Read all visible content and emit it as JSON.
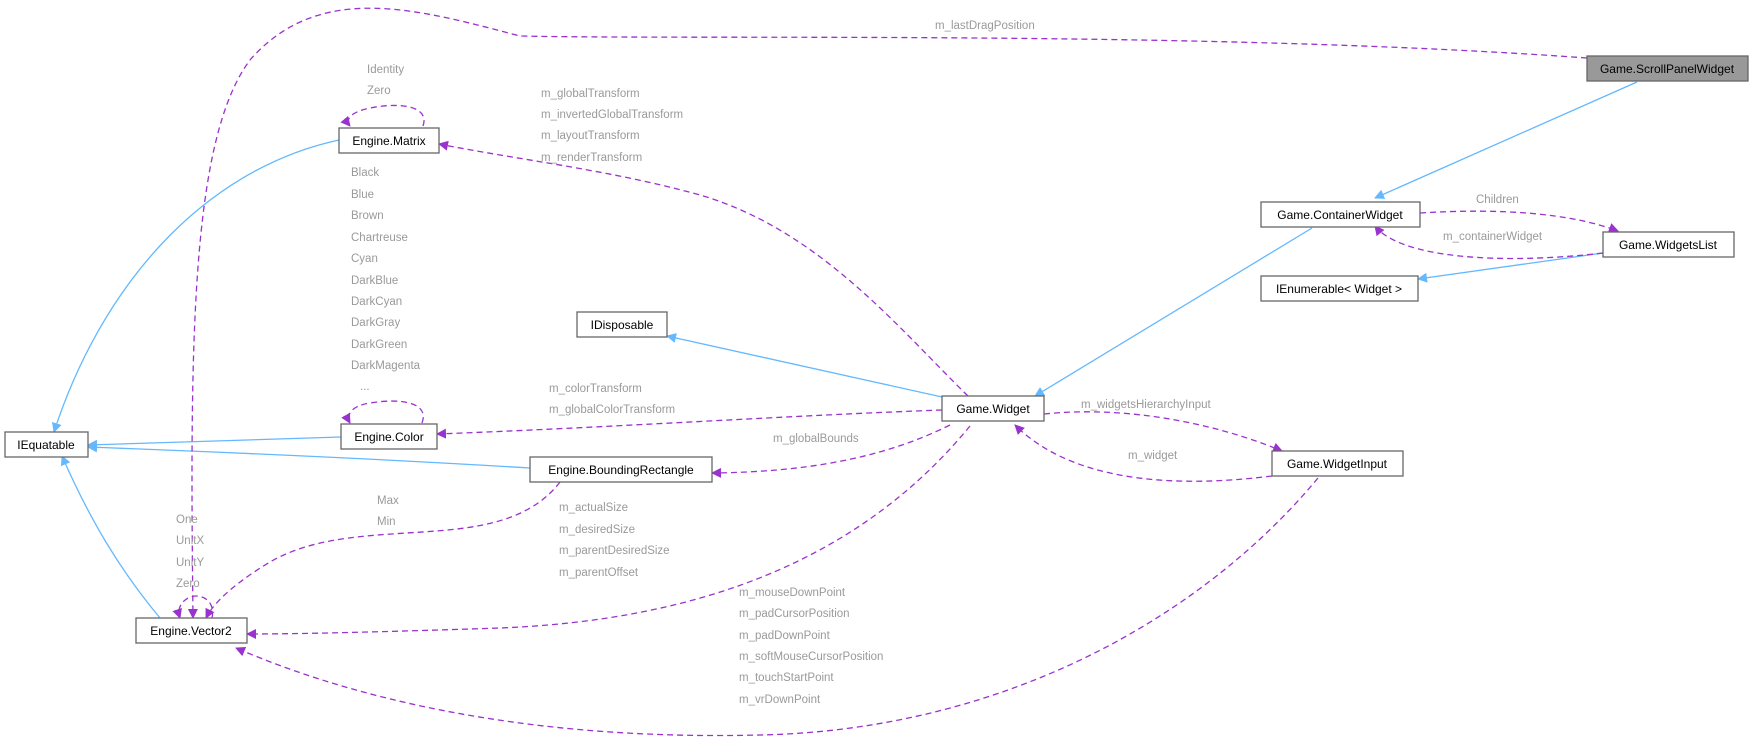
{
  "nodes": {
    "scroll_panel_widget": "Game.ScrollPanelWidget",
    "container_widget": "Game.ContainerWidget",
    "widgets_list": "Game.WidgetsList",
    "ienumerable_widget": "IEnumerable< Widget >",
    "widget": "Game.Widget",
    "widget_input": "Game.WidgetInput",
    "idisposable": "IDisposable",
    "matrix": "Engine.Matrix",
    "color": "Engine.Color",
    "bounding_rectangle": "Engine.BoundingRectangle",
    "iequatable": "IEquatable",
    "vector2": "Engine.Vector2"
  },
  "labels": {
    "last_drag_position": "m_lastDragPosition",
    "children": "Children",
    "container_widget_member": "m_containerWidget",
    "matrix_self": [
      "Identity",
      "Zero"
    ],
    "matrix_members": [
      "m_globalTransform",
      "m_invertedGlobalTransform",
      "m_layoutTransform",
      "m_renderTransform"
    ],
    "color_self": [
      "Black",
      "Blue",
      "Brown",
      "Chartreuse",
      "Cyan",
      "DarkBlue",
      "DarkCyan",
      "DarkGray",
      "DarkGreen",
      "DarkMagenta",
      "..."
    ],
    "color_members": [
      "m_colorTransform",
      "m_globalColorTransform"
    ],
    "widgets_hierarchy_input": "m_widgetsHierarchyInput",
    "widget_member": "m_widget",
    "global_bounds": "m_globalBounds",
    "bounds_members": [
      "Max",
      "Min"
    ],
    "vector2_self": [
      "One",
      "UnitX",
      "UnitY",
      "Zero"
    ],
    "widget_vector_members": [
      "m_actualSize",
      "m_desiredSize",
      "m_parentDesiredSize",
      "m_parentOffset"
    ],
    "input_vector_members": [
      "m_mouseDownPoint",
      "m_padCursorPosition",
      "m_padDownPoint",
      "m_softMouseCursorPosition",
      "m_touchStartPoint",
      "m_vrDownPoint"
    ]
  },
  "colors": {
    "inheritance_edge": "#63b8ff",
    "usage_edge": "#9a32cd",
    "edge_label": "#9a9a9a",
    "highlight_node_fill": "#999999"
  }
}
